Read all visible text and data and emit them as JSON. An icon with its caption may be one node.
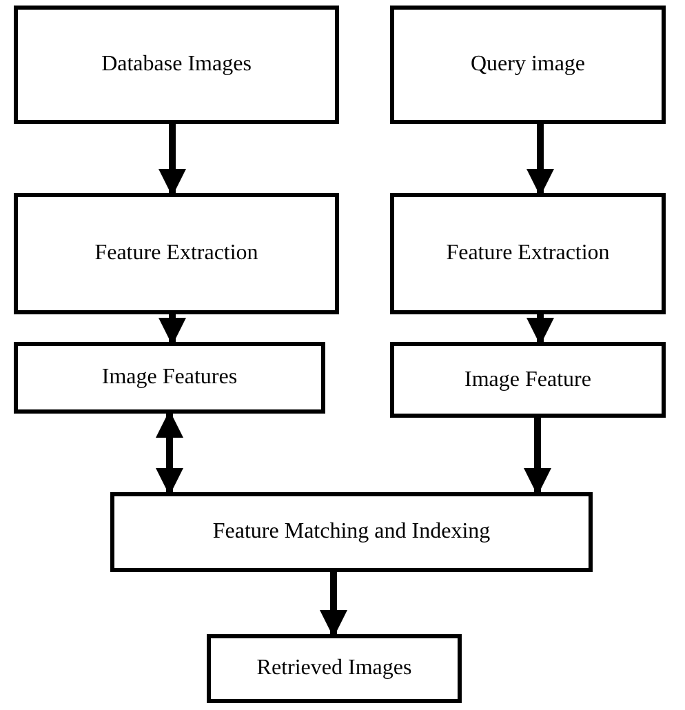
{
  "diagram": {
    "nodes": [
      {
        "text": [
          "Database Images"
        ]
      },
      {
        "text": [
          "Query image"
        ]
      },
      {
        "text": [
          "Feature Extraction"
        ]
      },
      {
        "text": [
          "Feature Extraction"
        ]
      },
      {
        "text": [
          "Image Features"
        ]
      },
      {
        "text": [
          "Image Feature"
        ]
      },
      {
        "text": [
          "Feature Matching and Indexing"
        ]
      },
      {
        "text": [
          "Retrieved Images"
        ]
      }
    ],
    "edges": [
      {
        "from": 0,
        "to": 2,
        "arrow": "to"
      },
      {
        "from": 1,
        "to": 3,
        "arrow": "to"
      },
      {
        "from": 2,
        "to": 4,
        "arrow": "to"
      },
      {
        "from": 3,
        "to": 5,
        "arrow": "to"
      },
      {
        "from": 4,
        "to": 6,
        "arrow": "both"
      },
      {
        "from": 5,
        "to": 6,
        "arrow": "to"
      },
      {
        "from": 6,
        "to": 7,
        "arrow": "to"
      }
    ]
  }
}
